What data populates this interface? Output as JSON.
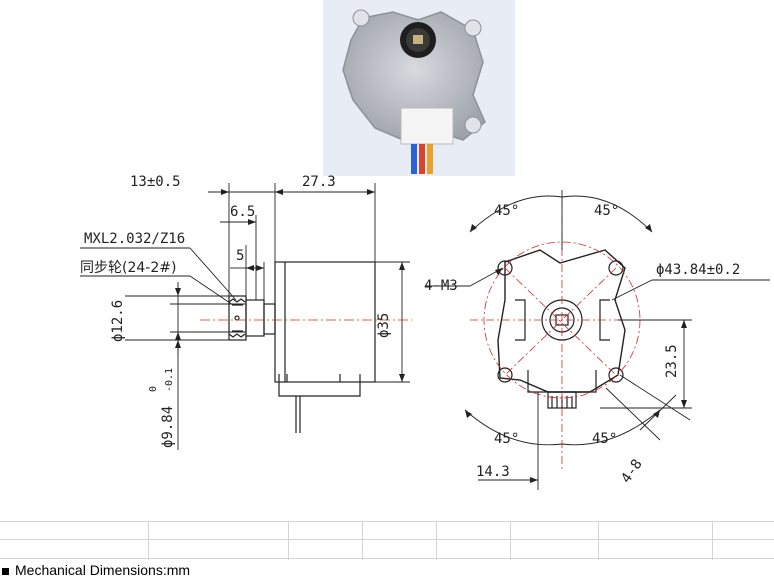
{
  "photo": {
    "alt": "motor-photo",
    "colors": {
      "plate": "#b8bcc2",
      "gear": "#222222",
      "connector": "#f4f4f4",
      "wires": [
        "#2b62d9",
        "#d9452b",
        "#e9a12b"
      ]
    }
  },
  "side_view": {
    "total_length": "13±0.5",
    "body_length": "27.3",
    "shaft_step": "6.5",
    "flange_step": "5",
    "gear_spec": "MXL2.032/Z16",
    "gear_name": "同步轮(24-2#)",
    "gear_diameter": "ϕ12.6",
    "body_diameter": "ϕ35",
    "hub_diameter": "ϕ9.84",
    "hub_tol_upper": "0",
    "hub_tol_lower": "-0.1"
  },
  "front_view": {
    "angle_top_left": "45°",
    "angle_top_right": "45°",
    "angle_bottom_left": "45°",
    "angle_bottom_right": "45°",
    "hole_spec": "4-M3",
    "bolt_circle": "ϕ43.84±0.2",
    "offset_x": "14.3",
    "height": "23.5",
    "slot": "4-8"
  },
  "caption": "Mechanical Dimensions:mm",
  "colors": {
    "line": "#222222",
    "center": "#d62828",
    "grid": "#d4d4d4"
  }
}
